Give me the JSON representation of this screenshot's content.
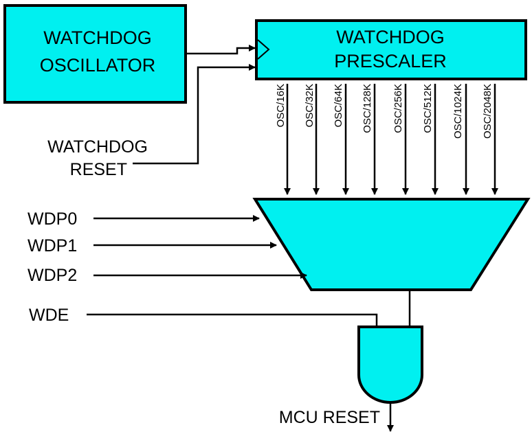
{
  "colors": {
    "fill": "#00f0f0",
    "line": "#000000",
    "osc_text": "#9a0000"
  },
  "oscillator": {
    "line1": "WATCHDOG",
    "line2": "OSCILLATOR"
  },
  "prescaler": {
    "line1": "WATCHDOG",
    "line2": "PRESCALER"
  },
  "reset_input": {
    "line1": "WATCHDOG",
    "line2": "RESET"
  },
  "taps": [
    "OSC/16K",
    "OSC/32K",
    "OSC/64K",
    "OSC/128K",
    "OSC/256K",
    "OSC/512K",
    "OSC/1024K",
    "OSC/2048K"
  ],
  "selects": [
    "WDP0",
    "WDP1",
    "WDP2"
  ],
  "enable": "WDE",
  "output": "MCU RESET"
}
